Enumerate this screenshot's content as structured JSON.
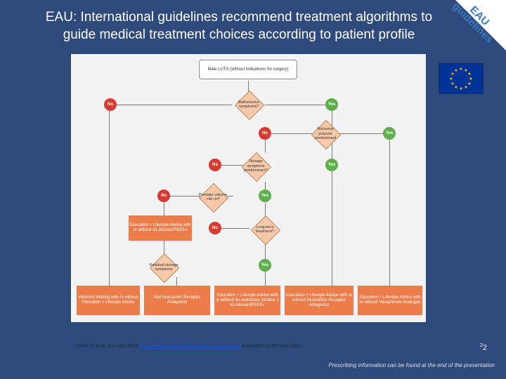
{
  "title_line1": "EAU: International guidelines recommend treatment algorithms to",
  "title_line2": "guide medical treatment choices according to patient profile",
  "corner_badge": {
    "line1": "EAU",
    "line2": "guidelines"
  },
  "flow": {
    "start": "Male LUTS (without indications for surgery)",
    "q_bothersome": "Bothersome symptoms?",
    "q_nocturnal": "Nocturnal polyuria predominant",
    "q_storage": "Storage symptoms predominant?",
    "q_prostate": "Prostate volume >40 ml?",
    "q_longterm": "Long-term treatment?",
    "q_residual": "Residual storage symptoms",
    "no": "No",
    "yes": "Yes",
    "box_watchful": "Watchful Waiting with or without Education + Lifestyle Advice",
    "box_add_musc": "Add Muscarinic Receptor Antagonist",
    "box_ed_top": "Education + Lifestyle Advice with or without α1-blocker/PDE5-I",
    "box_5ari": "Education + Lifestyle Advice with or without 5α-reductase inhibitor ± α1-blocker/PDE5-I",
    "box_musc": "Education + Lifestyle Advice with or without Muscarinic Receptor Antagonist",
    "box_vaso": "Education + Lifestyle Advice with or without Vasopressin Analogue"
  },
  "reference": {
    "prefix": "Oelke M et al. Eur Urol 2013.",
    "link": "http://dx.doi.org/10.1016/j.eururo.2013.03.004",
    "suffix": "Accessed on 8th April 2015."
  },
  "page_number": "2",
  "page_superscript": "2",
  "footer": "Prescribing information can be found at the end of the presentation",
  "colors": {
    "background": "#2e4a7a",
    "orange": "#ec7d4a",
    "no": "#d73a31",
    "yes": "#5fae4c",
    "eu_blue": "#003399",
    "eu_stars": "#ffcc00"
  }
}
